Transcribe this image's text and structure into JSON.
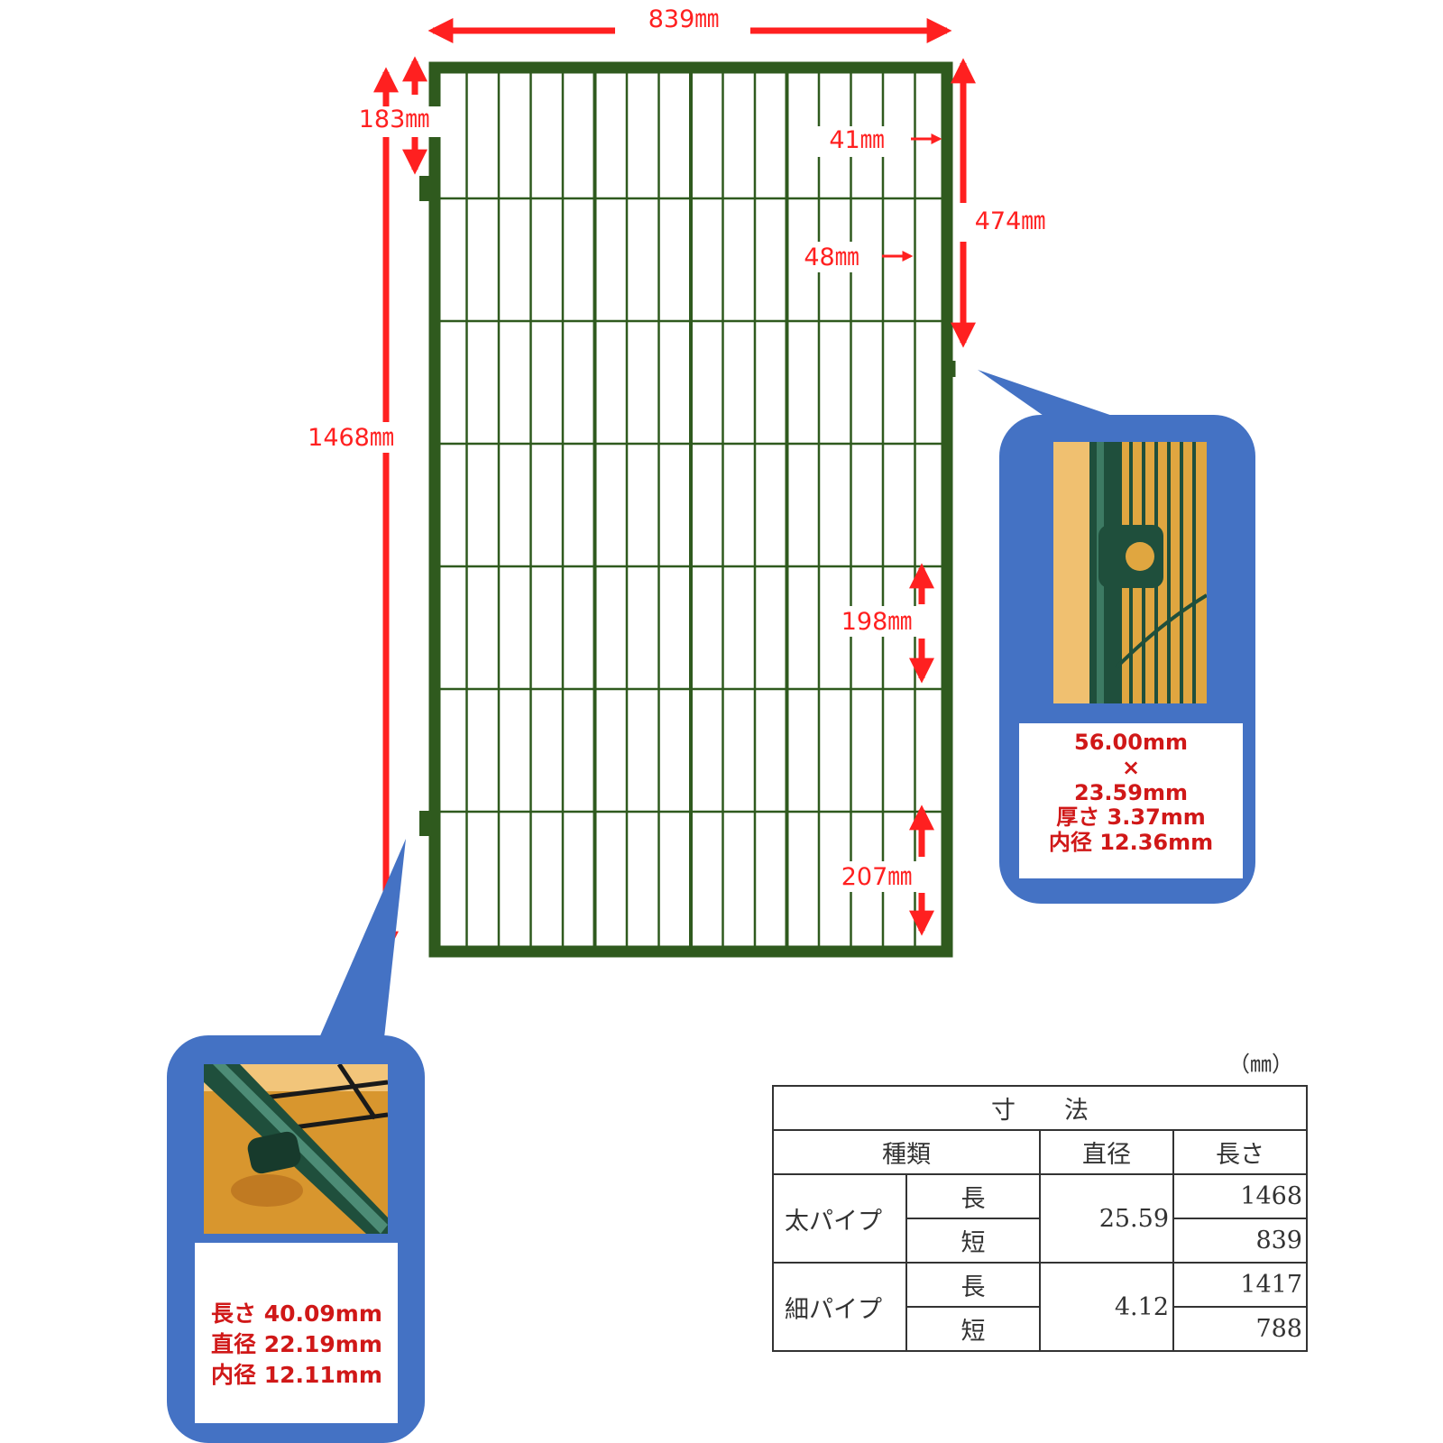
{
  "colors": {
    "frame": "#2f5a1e",
    "arrow": "#ff2020",
    "callout_bg": "#4472c4",
    "caption_text": "#d01818"
  },
  "dimensions": {
    "width": "839㎜",
    "height": "1468㎜",
    "hinge_top_offset": "183㎜",
    "bar_spacing_a": "41㎜",
    "bar_spacing_b": "48㎜",
    "top_section": "474㎜",
    "row_spacing": "198㎜",
    "bottom_section": "207㎜"
  },
  "callout_right": {
    "photo": "hinge-bracket-photo",
    "lines": [
      "56.00mm",
      "×",
      "23.59mm",
      "厚さ 3.37mm",
      "内径 12.36mm"
    ]
  },
  "callout_left": {
    "photo": "pipe-collar-photo",
    "lines": [
      "長さ 40.09mm",
      "直径 22.19mm",
      "内径 12.11mm"
    ]
  },
  "table": {
    "unit": "（㎜）",
    "title": "寸　　法",
    "headers": [
      "種類",
      "直径",
      "長さ"
    ],
    "groups": [
      {
        "name": "太パイプ",
        "diameter": "25.59",
        "rows": [
          {
            "kind": "長",
            "length": "1468"
          },
          {
            "kind": "短",
            "length": "839"
          }
        ]
      },
      {
        "name": "細パイプ",
        "diameter": "4.12",
        "rows": [
          {
            "kind": "長",
            "length": "1417"
          },
          {
            "kind": "短",
            "length": "788"
          }
        ]
      }
    ]
  }
}
